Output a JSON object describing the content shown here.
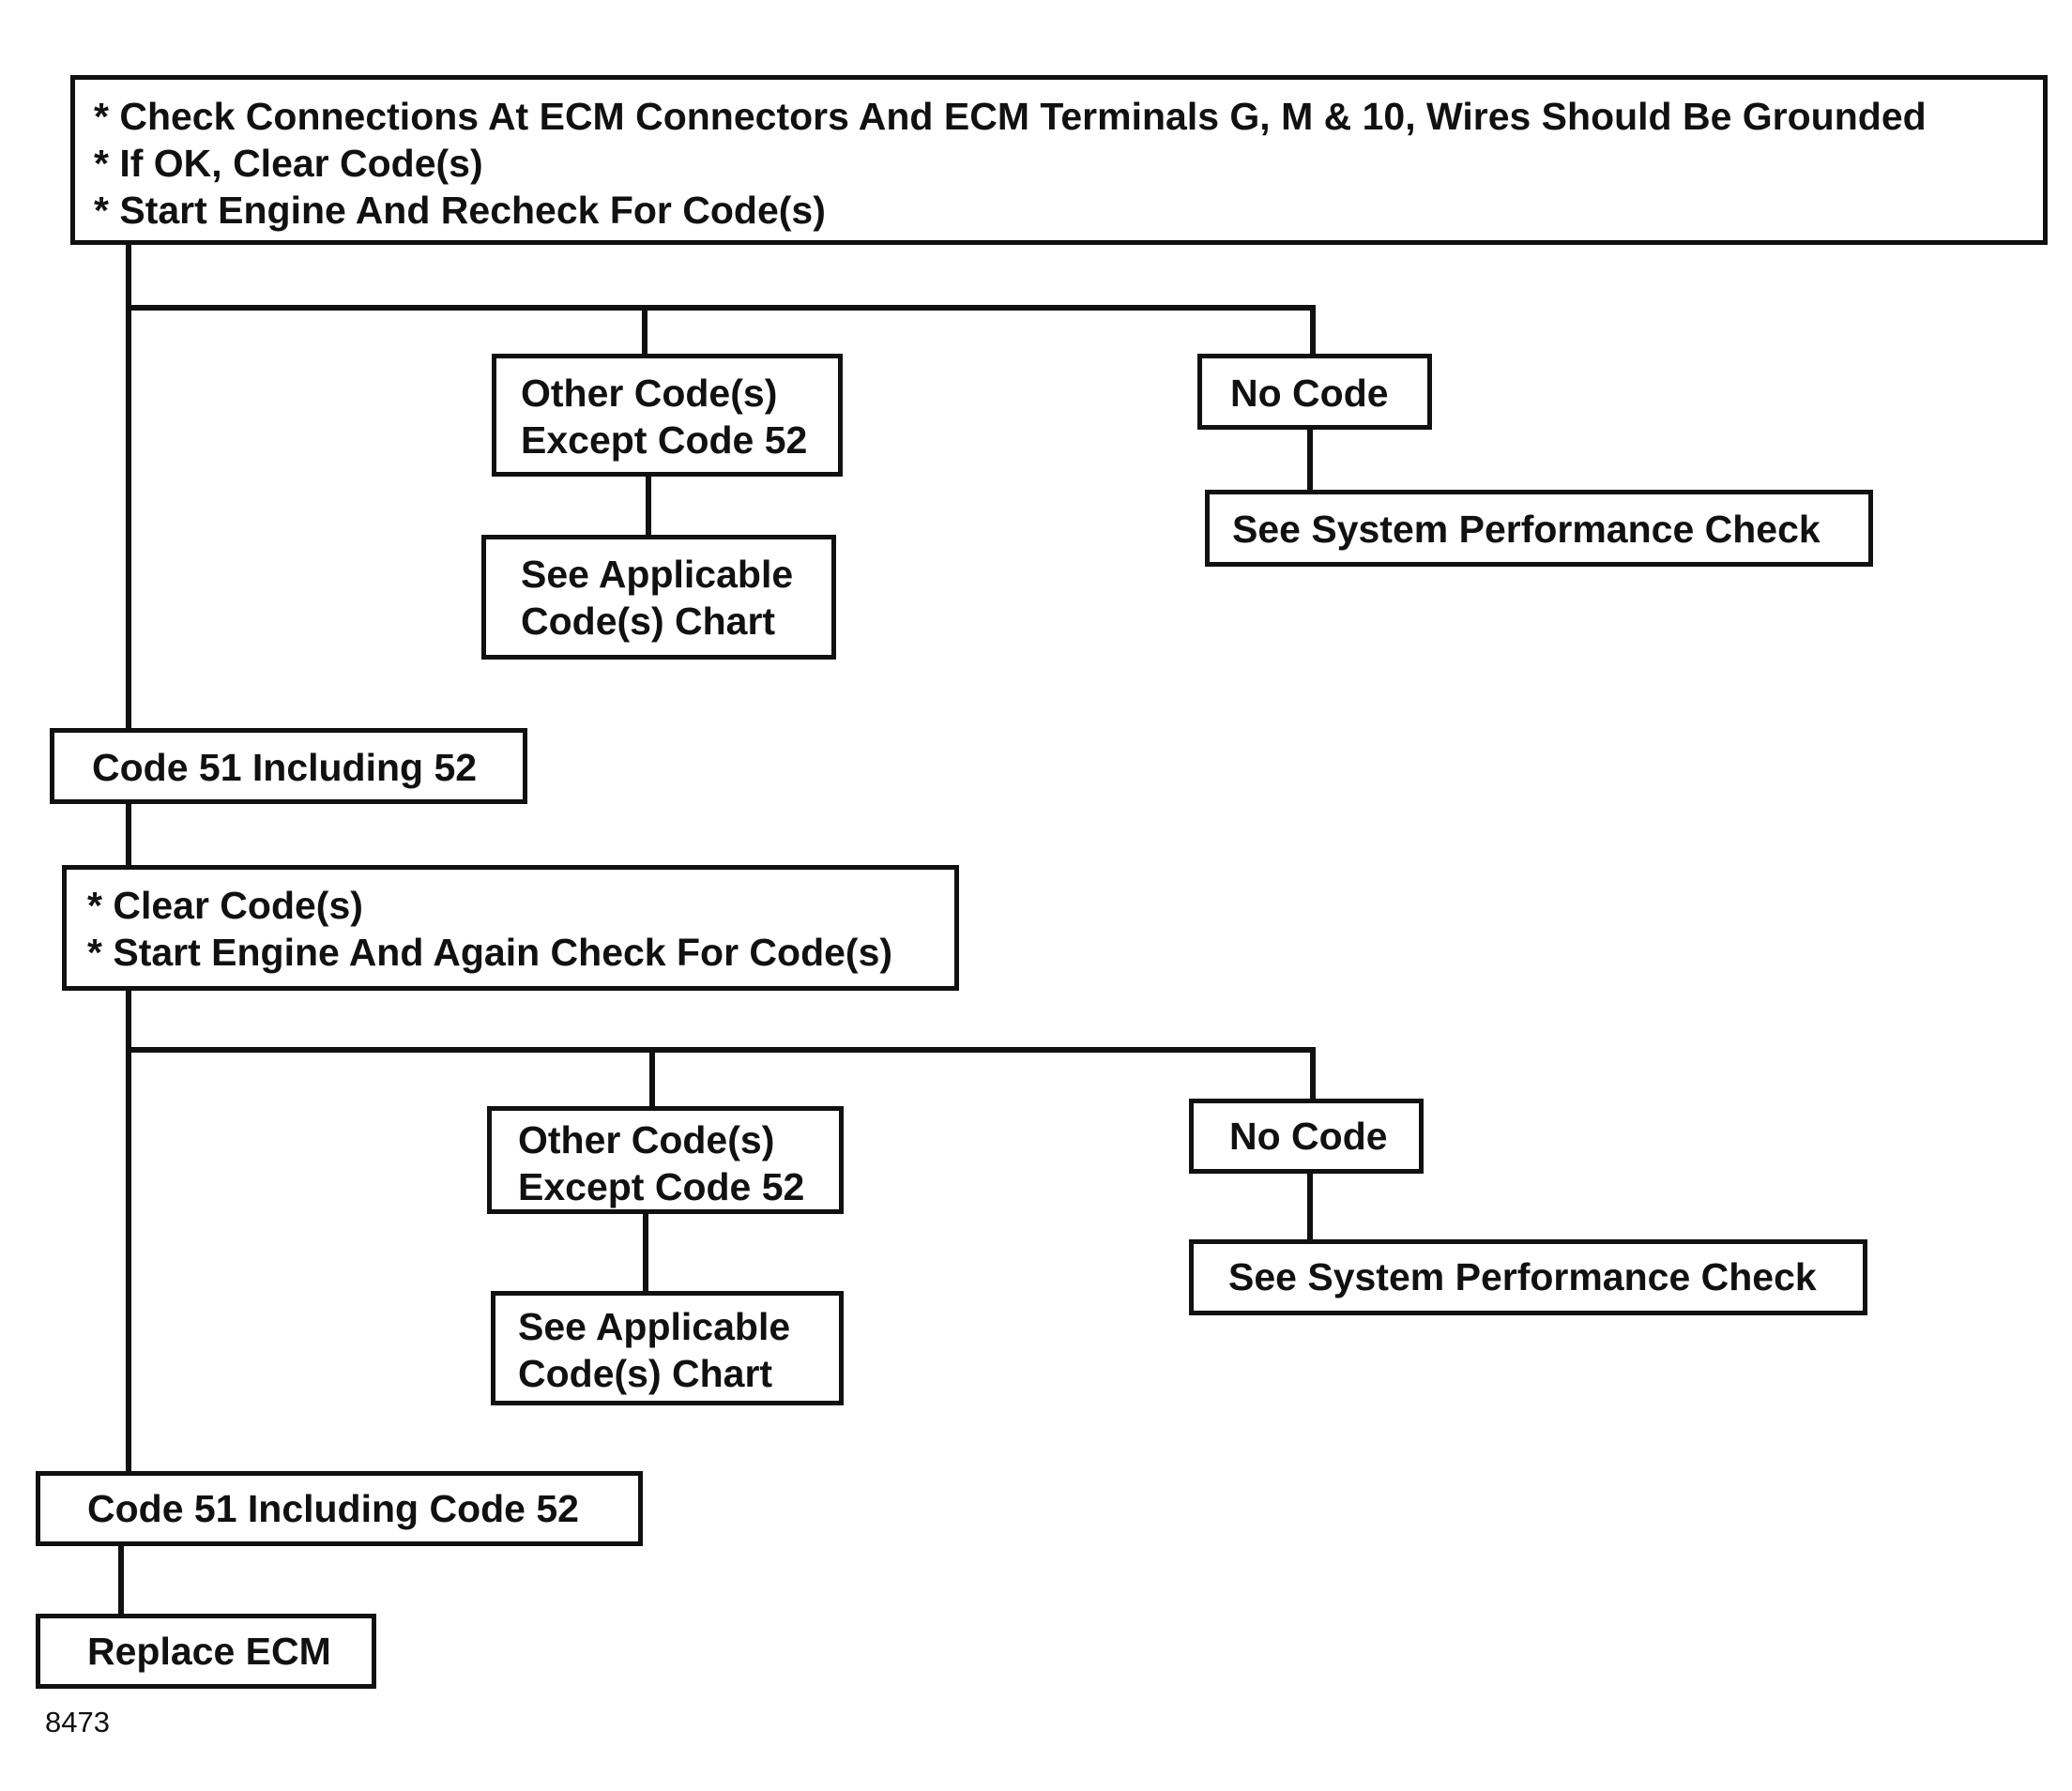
{
  "nodes": {
    "top_check": {
      "lines": [
        "* Check Connections At ECM Connectors And ECM Terminals G, M & 10, Wires Should Be Grounded",
        "* If OK, Clear Code(s)",
        "* Start Engine And Recheck For Code(s)"
      ]
    },
    "other_codes_1": {
      "lines": [
        "Other Code(s)",
        "Except Code 52"
      ]
    },
    "see_chart_1": {
      "lines": [
        "See Applicable",
        "Code(s) Chart"
      ]
    },
    "no_code_1": {
      "lines": [
        "No Code"
      ]
    },
    "see_perf_1": {
      "lines": [
        "See System Performance Check"
      ]
    },
    "code51_1": {
      "lines": [
        "Code 51 Including 52"
      ]
    },
    "clear_check": {
      "lines": [
        "* Clear Code(s)",
        "* Start Engine And Again Check For Code(s)"
      ]
    },
    "other_codes_2": {
      "lines": [
        "Other Code(s)",
        "Except Code 52"
      ]
    },
    "see_chart_2": {
      "lines": [
        "See Applicable",
        "Code(s) Chart"
      ]
    },
    "no_code_2": {
      "lines": [
        "No Code"
      ]
    },
    "see_perf_2": {
      "lines": [
        "See System Performance Check"
      ]
    },
    "code51_2": {
      "lines": [
        "Code 51 Including Code 52"
      ]
    },
    "replace_ecm": {
      "lines": [
        "Replace ECM"
      ]
    }
  },
  "figure_number": "8473"
}
